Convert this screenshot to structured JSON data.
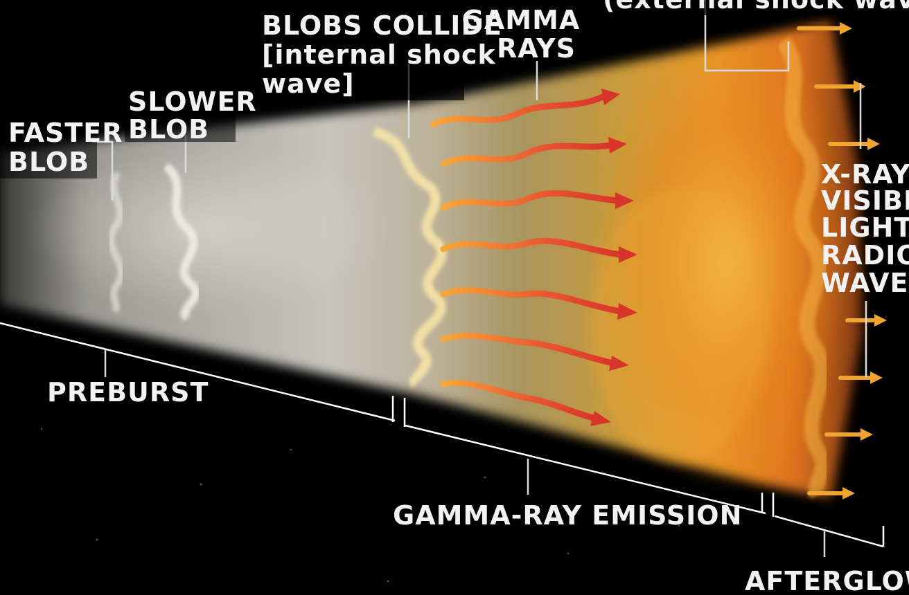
{
  "labels": {
    "faster_blob": [
      "FASTER",
      "BLOB"
    ],
    "slower_blob": [
      "SLOWER",
      "BLOB"
    ],
    "blobs_collide": [
      "BLOBS COLLIDE",
      "[internal shock",
      "wave]"
    ],
    "gamma_rays": [
      "GAMMA",
      "RAYS"
    ],
    "external_shock": "(external shock wave)",
    "xrays": [
      "X-RAYS,",
      "VISIBLE",
      "LIGHT,",
      "RADIO",
      "WAVES"
    ],
    "preburst": "PREBURST",
    "gamma_ray_emission": "GAMMA-RAY EMISSION",
    "afterglow": "AFTERGLOW"
  },
  "colors": {
    "background": "#000000",
    "jet_cool": "#b9b7b2",
    "jet_hot": "#e58a1e",
    "gamma_ray": "#e4462a",
    "gamma_ray_tail": "#f2a23a",
    "label_text": "#f2f2f2"
  }
}
